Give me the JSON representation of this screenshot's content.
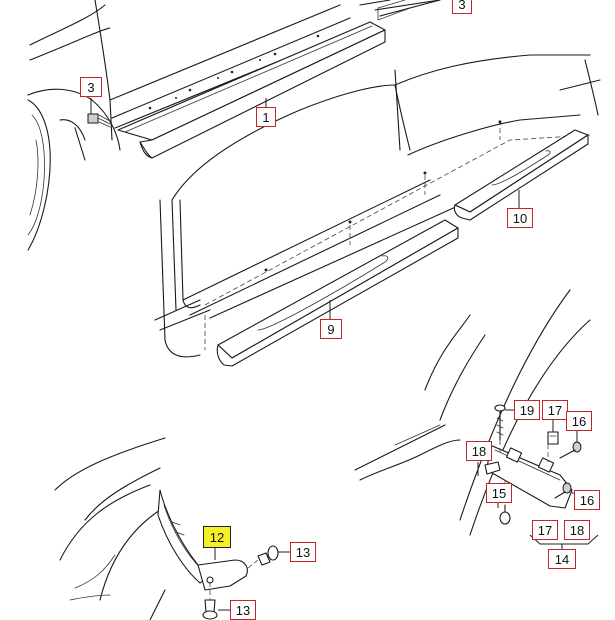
{
  "diagram": {
    "callouts": [
      {
        "id": "c3-top",
        "label": "3"
      },
      {
        "id": "c3",
        "label": "3"
      },
      {
        "id": "c1",
        "label": "1"
      },
      {
        "id": "c10",
        "label": "10"
      },
      {
        "id": "c9",
        "label": "9"
      },
      {
        "id": "c12",
        "label": "12",
        "highlighted": true
      },
      {
        "id": "c13-a",
        "label": "13"
      },
      {
        "id": "c13-b",
        "label": "13"
      },
      {
        "id": "c19",
        "label": "19"
      },
      {
        "id": "c17-a",
        "label": "17"
      },
      {
        "id": "c16-a",
        "label": "16"
      },
      {
        "id": "c18-a",
        "label": "18"
      },
      {
        "id": "c15",
        "label": "15"
      },
      {
        "id": "c16-b",
        "label": "16"
      },
      {
        "id": "c17-b",
        "label": "17"
      },
      {
        "id": "c18-b",
        "label": "18"
      },
      {
        "id": "c14",
        "label": "14"
      }
    ],
    "colors": {
      "callout_border": "#c0262a",
      "highlight": "#f5ee2a",
      "line": "#1a1a1a"
    }
  }
}
